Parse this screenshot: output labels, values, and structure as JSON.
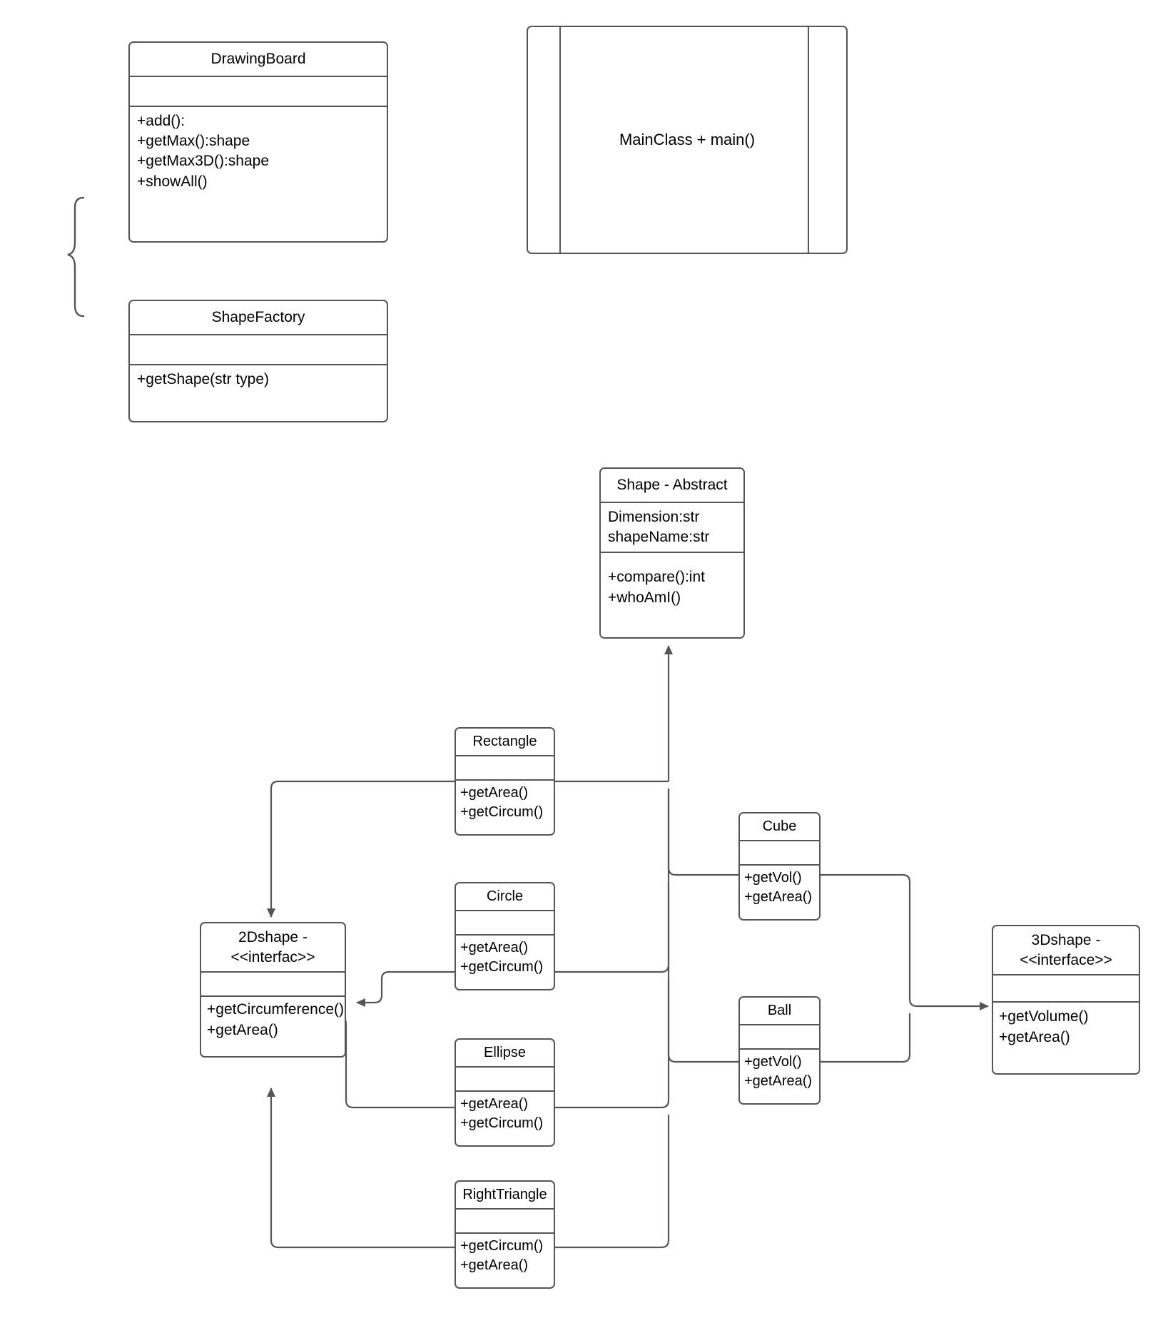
{
  "diagram": {
    "type": "uml-class-diagram",
    "background_color": "#ffffff",
    "stroke_color": "#555555",
    "text_color": "#000000"
  },
  "classes": {
    "drawing_board": {
      "name": "DrawingBoard",
      "attributes": [],
      "operations": [
        "+add():",
        "+getMax():shape",
        "+getMax3D():shape",
        "+showAll()"
      ]
    },
    "shape_factory": {
      "name": "ShapeFactory",
      "attributes": [],
      "operations": [
        "+getShape(str type)"
      ]
    },
    "main_class": {
      "label": "MainClass + main()"
    },
    "shape": {
      "name": "Shape -  Abstract",
      "attributes": [
        "Dimension:str",
        "shapeName:str"
      ],
      "operations": [
        "+compare():int",
        "+whoAmI()"
      ]
    },
    "rectangle": {
      "name": "Rectangle",
      "attributes": [],
      "operations": [
        "+getArea()",
        "+getCircum()"
      ]
    },
    "circle": {
      "name": "Circle",
      "attributes": [],
      "operations": [
        "+getArea()",
        "+getCircum()"
      ]
    },
    "ellipse": {
      "name": "Ellipse",
      "attributes": [],
      "operations": [
        "+getArea()",
        "+getCircum()"
      ]
    },
    "right_triangle": {
      "name": "RightTriangle",
      "attributes": [],
      "operations": [
        "+getCircum()",
        "+getArea()"
      ]
    },
    "cube": {
      "name": "Cube",
      "attributes": [],
      "operations": [
        "+getVol()",
        "+getArea()"
      ]
    },
    "ball": {
      "name": "Ball",
      "attributes": [],
      "operations": [
        "+getVol()",
        "+getArea()"
      ]
    },
    "two_d_shape": {
      "name_line1": "2Dshape -",
      "name_line2": "<<interfac>>",
      "attributes": [],
      "operations": [
        "+getCircumference()",
        "+getArea()"
      ]
    },
    "three_d_shape": {
      "name_line1": "3Dshape -",
      "name_line2": "<<interface>>",
      "attributes": [],
      "operations": [
        "+getVolume()",
        "+getArea()"
      ]
    }
  },
  "annotations": {
    "left_brace": "{"
  }
}
